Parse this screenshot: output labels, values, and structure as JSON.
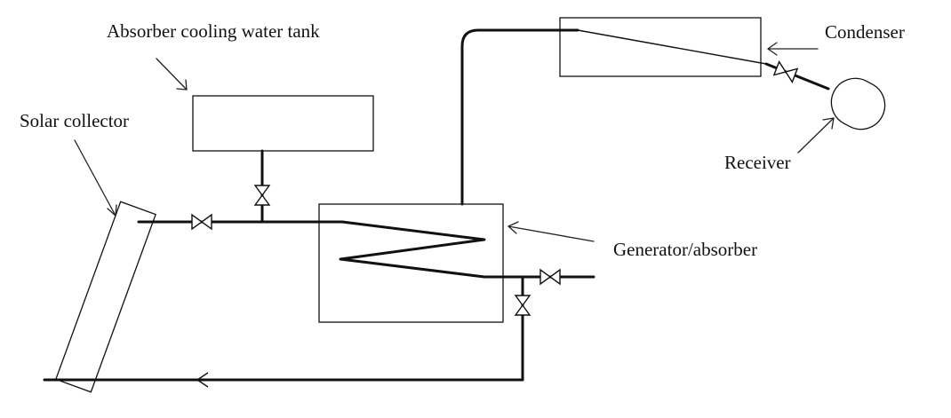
{
  "diagram": {
    "labels": {
      "cooling_tank": "Absorber cooling water tank",
      "condenser": "Condenser",
      "solar_collector": "Solar collector",
      "receiver": "Receiver",
      "generator_absorber": "Generator/absorber"
    },
    "colors": {
      "line": "#111111",
      "background": "#ffffff"
    }
  }
}
